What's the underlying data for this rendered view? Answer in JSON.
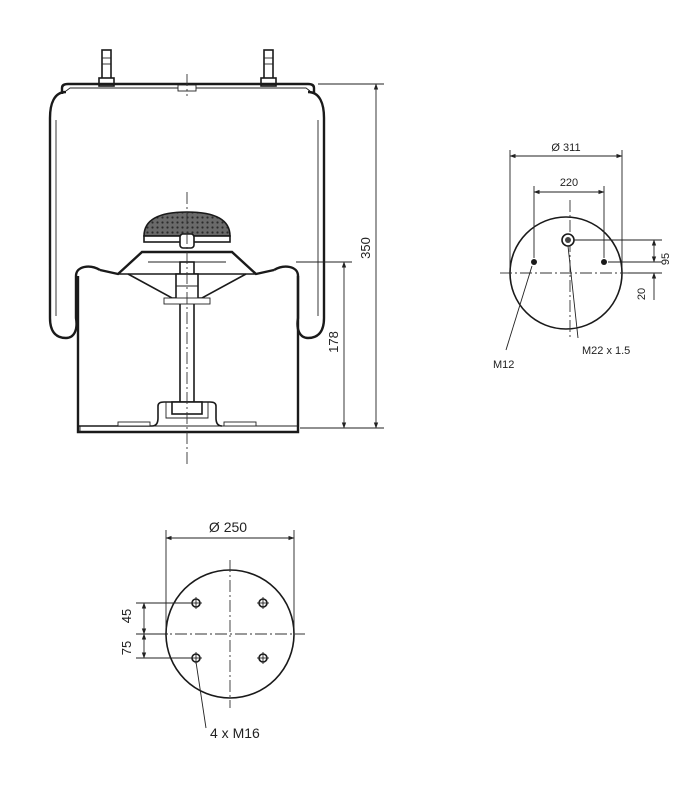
{
  "side_view": {
    "height_total": "350",
    "height_piston": "178"
  },
  "top_plate": {
    "diameter": "Ø 311",
    "stud_spacing": "220",
    "offset_upper": "95",
    "offset_lower": "20",
    "stud_thread": "M12",
    "air_port_thread": "M22 x 1.5"
  },
  "bottom_plate": {
    "diameter": "Ø 250",
    "spacing_upper": "45",
    "spacing_lower": "75",
    "bolt_thread": "4 x M16"
  }
}
